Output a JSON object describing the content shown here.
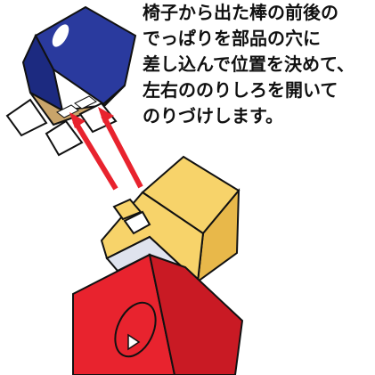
{
  "instruction": {
    "lines": [
      "椅子から出た棒の前後の",
      "でっぱりを部品の穴に",
      "差し込んで位置を決めて、",
      "左右ののりしろを開いて",
      "のりづけします。"
    ]
  },
  "colors": {
    "blue_part": "#2a3a9e",
    "blue_part_dark": "#1c2a80",
    "tan_base": "#c9a46a",
    "yellow_part": "#f7d36a",
    "yellow_part_dark": "#e8b84a",
    "red_part": "#e8232e",
    "red_part_dark": "#c91a24",
    "arrow": "#e8232e",
    "outline": "#111111"
  }
}
